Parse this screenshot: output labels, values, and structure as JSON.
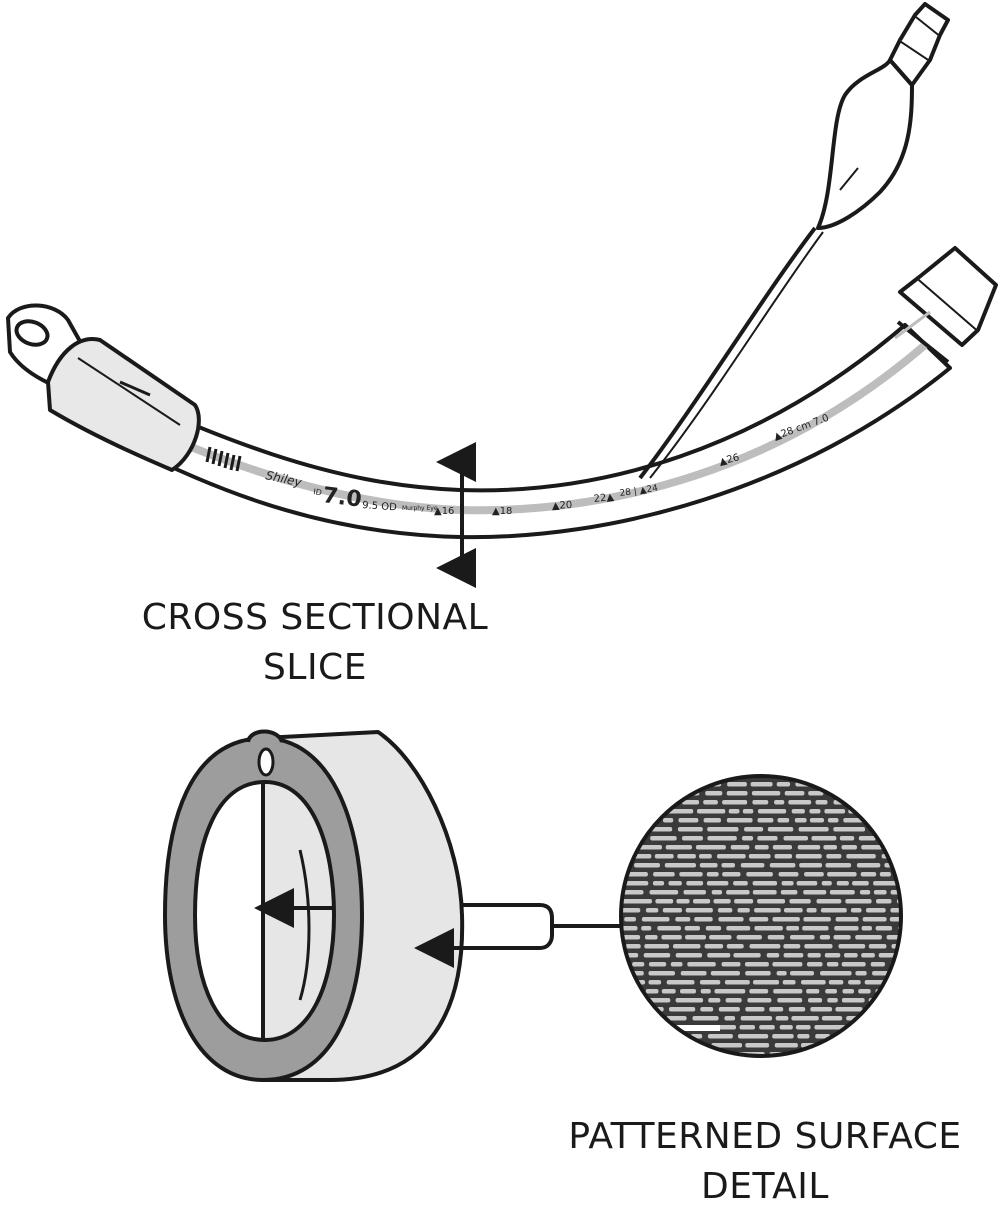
{
  "labels": {
    "slice_line1": "CROSS SECTIONAL",
    "slice_line2": "SLICE",
    "surface_line1": "PATTERNED SURFACE",
    "surface_line2": "DETAIL"
  },
  "tube_markings": {
    "brand": "Shiley",
    "size_prefix": "ID",
    "size": "7.0",
    "od": "9.5 OD",
    "murphy_note": "Murphy Eye",
    "depth_16": "▲16",
    "depth_18": "▲18",
    "depth_20": "▲20",
    "depth_22": "22▲",
    "depth_24": "28 | ▲24",
    "depth_26": "▲26",
    "depth_28": "▲28 cm 7.0"
  },
  "colors": {
    "line": "#1a1a1a",
    "ring_face": "#9d9d9d",
    "band_outer": "#e6e6e6",
    "texture_bg": "#3a3a3a",
    "texture_cell": "#c8c8c8"
  }
}
